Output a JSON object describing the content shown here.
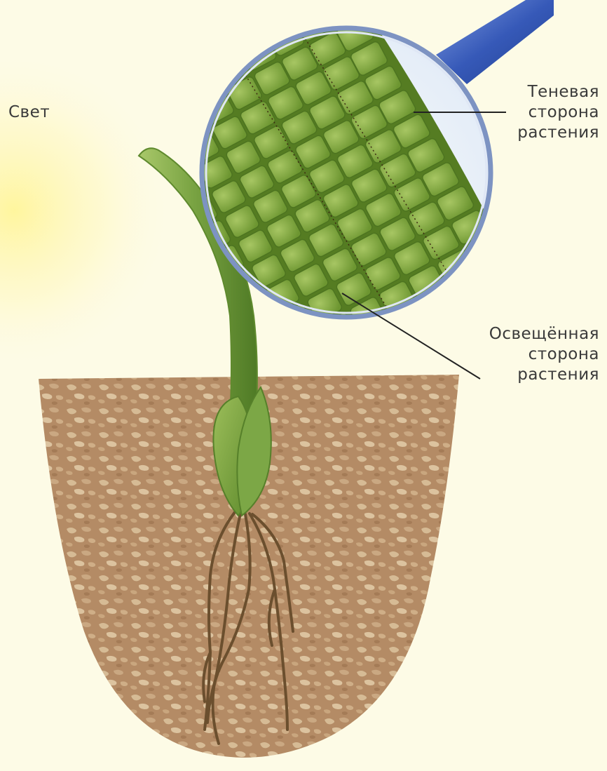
{
  "labels": {
    "light": "Свет",
    "shaded_side": [
      "Теневая",
      "сторона",
      "растения"
    ],
    "lit_side": [
      "Освещённая",
      "сторона",
      "растения"
    ]
  },
  "colors": {
    "background": "#fdfbe6",
    "light_glow": "#fff7a8",
    "soil": "#b48b65",
    "soil_mottle": "#d7bc96",
    "stem_green": "#6f9a3b",
    "cell_green": "#7ba33c",
    "lens_rim": "#6e86b8",
    "lens_handle": "#3b5fb8",
    "root_brown": "#6b4f2e",
    "text": "#3a3a3a"
  }
}
